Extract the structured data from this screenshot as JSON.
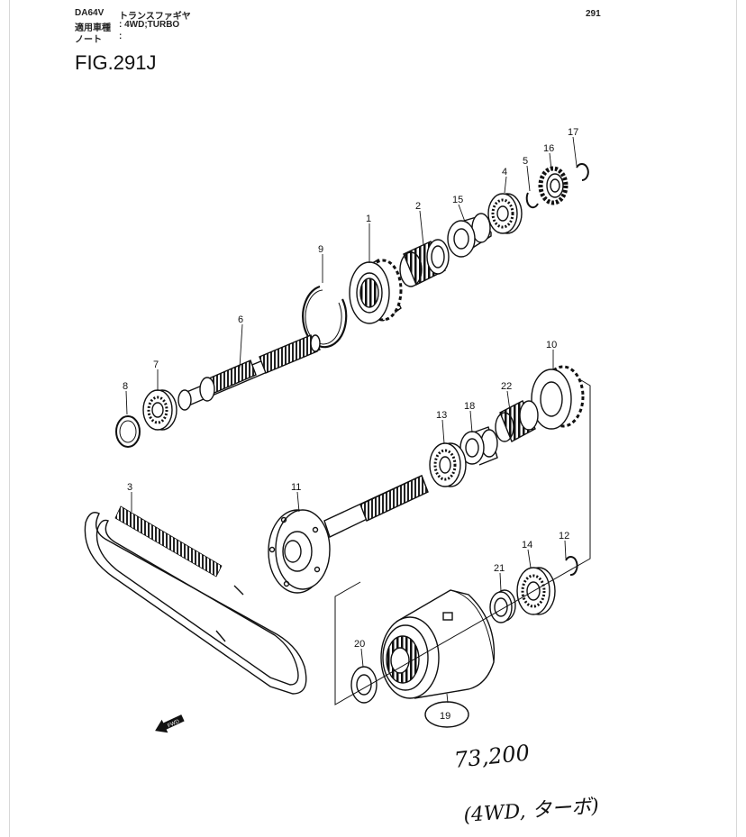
{
  "header": {
    "model": "DA64V",
    "group_name": "トランスファギヤ",
    "page_no": "291",
    "vehicle_label": "適用車種",
    "vehicle_value": ": 4WD;TURBO",
    "note_label": "ノート",
    "note_value": ":"
  },
  "figure_title": "FIG.291J",
  "part_labels": {
    "p1": "1",
    "p2": "2",
    "p3": "3",
    "p4": "4",
    "p5": "5",
    "p6": "6",
    "p7": "7",
    "p8": "8",
    "p9": "9",
    "p10": "10",
    "p11": "11",
    "p12": "12",
    "p13": "13",
    "p14": "14",
    "p15": "15",
    "p16": "16",
    "p17": "17",
    "p18": "18",
    "p19": "19",
    "p20": "20",
    "p21": "21",
    "p22": "22"
  },
  "fwd_label": "FWD",
  "handwritten": {
    "price": "73,200",
    "note": "(4WD, ターボ)"
  }
}
